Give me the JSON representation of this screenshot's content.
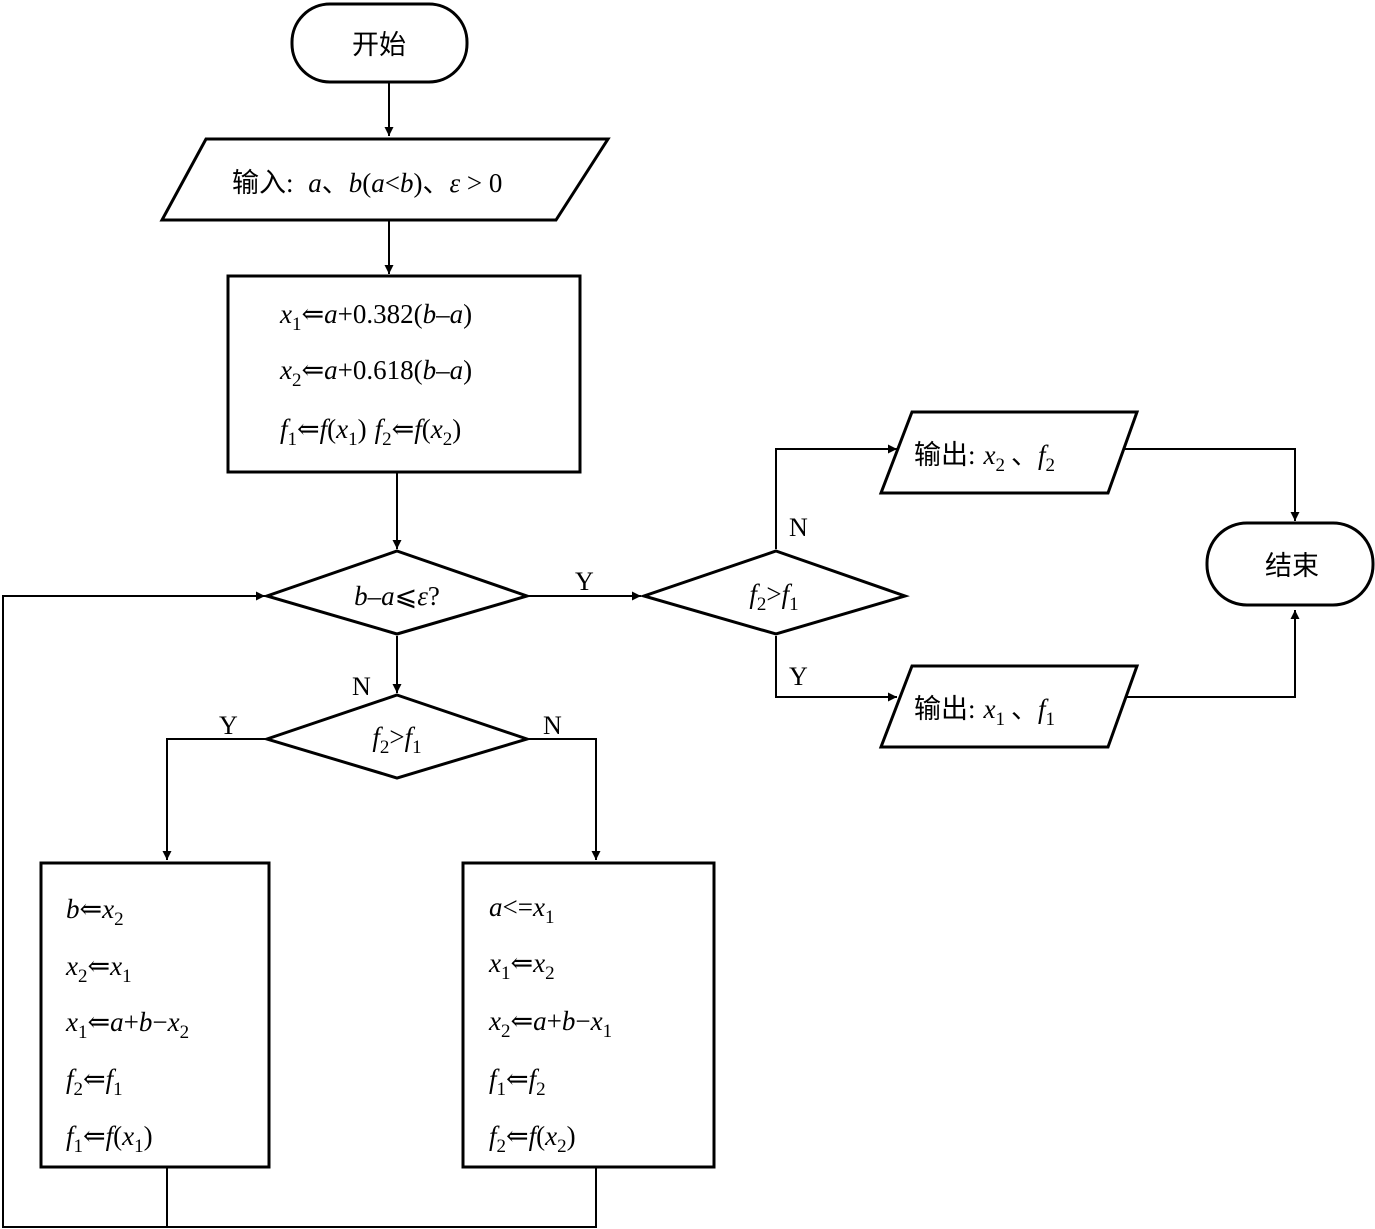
{
  "nodes": {
    "start": {
      "text": "开始"
    },
    "end": {
      "text": "结束"
    },
    "input": {
      "prefix": "输入:",
      "a": "a",
      "sep1": "、",
      "b": "b",
      "paren_open": "(",
      "cond_a": "a",
      "lt": "<",
      "cond_b": "b",
      "paren_close": ")",
      "sep2": "、",
      "eps": "ε",
      "gt0": " > 0"
    },
    "init": {
      "line1": {
        "x": "x",
        "sub": "1",
        "assign": "⇐",
        "a": "a",
        "plus": "+0.382(",
        "b": "b",
        "minus": "–",
        "a2": "a",
        "close": ")"
      },
      "line2": {
        "x": "x",
        "sub": "2",
        "assign": "⇐",
        "a": "a",
        "plus": "+0.618(",
        "b": "b",
        "minus": "–",
        "a2": "a",
        "close": ")"
      },
      "line3": {
        "f1": "f",
        "f1_sub": "1",
        "assign1": "⇐",
        "fx1": "f",
        "open1": "(",
        "x1": "x",
        "x1_sub": "1",
        "close1": ")",
        "f2": "f",
        "f2_sub": "2",
        "assign2": "⇐",
        "fx2": "f",
        "open2": "(",
        "x2": "x",
        "x2_sub": "2",
        "close2": ")"
      }
    },
    "check_eps": {
      "b": "b",
      "minus": "–",
      "a": "a",
      "le": "⩽",
      "eps": "ε",
      "q": "?"
    },
    "compare_inner": {
      "f2": "f",
      "f2_sub": "2",
      "gt": ">",
      "f1": "f",
      "f1_sub": "1"
    },
    "compare_outer": {
      "f2": "f",
      "f2_sub": "2",
      "gt": ">",
      "f1": "f",
      "f1_sub": "1"
    },
    "output_x2": {
      "prefix": "输出:",
      "x": "x",
      "x_sub": "2",
      "sep": "、",
      "f": "f",
      "f_sub": "2"
    },
    "output_x1": {
      "prefix": "输出:",
      "x": "x",
      "x_sub": "1",
      "sep": "、",
      "f": "f",
      "f_sub": "1"
    },
    "left_update": {
      "line1": {
        "v": "b",
        "assign": "⇐",
        "r": "x",
        "r_sub": "2"
      },
      "line2": {
        "v": "x",
        "v_sub": "2",
        "assign": "⇐",
        "r": "x",
        "r_sub": "1"
      },
      "line3": {
        "v": "x",
        "v_sub": "1",
        "assign": "⇐",
        "ra": "a",
        "plus": "+",
        "rb": "b",
        "minus": "−",
        "rx": "x",
        "rx_sub": "2"
      },
      "line4": {
        "v": "f",
        "v_sub": "2",
        "assign": "⇐",
        "r": "f",
        "r_sub": "1"
      },
      "line5": {
        "v": "f",
        "v_sub": "1",
        "assign": "⇐",
        "rf": "f",
        "open": "(",
        "rx": "x",
        "rx_sub": "1",
        "close": ")"
      }
    },
    "right_update": {
      "line1": {
        "v": "a",
        "assign": "<=",
        "r": "x",
        "r_sub": "1"
      },
      "line2": {
        "v": "x",
        "v_sub": "1",
        "assign": "⇐",
        "r": "x",
        "r_sub": "2"
      },
      "line3": {
        "v": "x",
        "v_sub": "2",
        "assign": "⇐",
        "ra": "a",
        "plus": "+",
        "rb": "b",
        "minus": "−",
        "rx": "x",
        "rx_sub": "1"
      },
      "line4": {
        "v": "f",
        "v_sub": "1",
        "assign": "⇐",
        "r": "f",
        "r_sub": "2"
      },
      "line5": {
        "v": "f",
        "v_sub": "2",
        "assign": "⇐",
        "rf": "f",
        "open": "(",
        "rx": "x",
        "rx_sub": "2",
        "close": ")"
      }
    }
  },
  "edge_labels": {
    "eps_yes": "Y",
    "eps_no": "N",
    "inner_yes": "Y",
    "inner_no": "N",
    "outer_no": "N",
    "outer_yes": "Y"
  }
}
